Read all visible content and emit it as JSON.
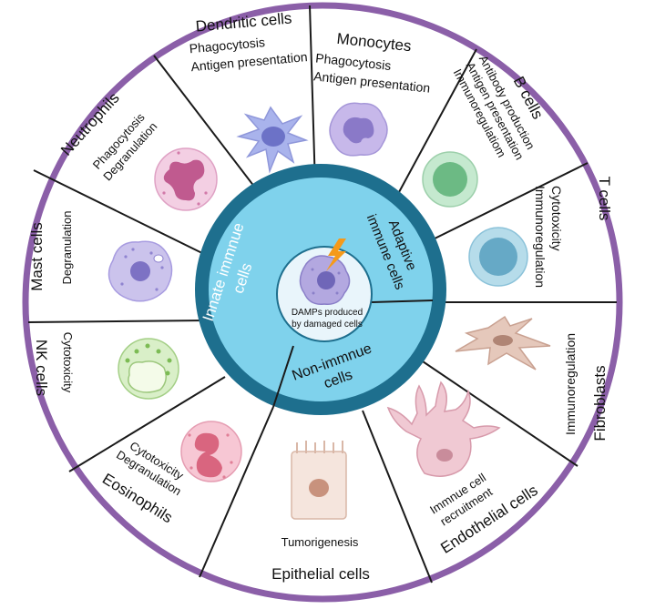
{
  "center": {
    "line1": "DAMPs produced",
    "line2": "by damaged cells"
  },
  "groups": {
    "innate": [
      "Innate immnue",
      "cells"
    ],
    "adaptive": [
      "Adaptive",
      "immune cells"
    ],
    "non_immune": [
      "Non-immnue",
      "cells"
    ]
  },
  "cells": {
    "dendritic": {
      "name": "Dendritic cells",
      "functions": [
        "Phagocytosis",
        "Antigen presentation"
      ]
    },
    "monocytes": {
      "name": "Monocytes",
      "functions": [
        "Phagocytosis",
        "Antigen presentation"
      ]
    },
    "b_cells": {
      "name": "B cells",
      "functions": [
        "Antibody production",
        "Antigen presentation",
        "Immunoregulatiom"
      ]
    },
    "t_cells": {
      "name": "T cells",
      "functions": [
        "Cytotoxicity",
        "Immunoregulation"
      ]
    },
    "fibroblasts": {
      "name": "Fibroblasts",
      "functions": [
        "Immunoregulation"
      ]
    },
    "endothelial": {
      "name": "Endothelial cells",
      "functions": [
        "Immnue cell",
        "recruitment"
      ]
    },
    "epithelial": {
      "name": "Epithelial cells",
      "functions": [
        "Tumorigenesis"
      ]
    },
    "eosinophils": {
      "name": "Eosinophils",
      "functions": [
        "Cytotoxicity",
        "Degranulation"
      ]
    },
    "nk": {
      "name": "NK cells",
      "functions": [
        "Cytotoxicity"
      ]
    },
    "mast": {
      "name": "Mast cells",
      "functions": [
        "Degranulation"
      ]
    },
    "neutrophils": {
      "name": "Neutrophils",
      "functions": [
        "Phagocytosis",
        "Degranulation"
      ]
    }
  },
  "colors": {
    "outer_ring": "#8b5fa8",
    "inner_ring": "#1e6f8e",
    "inner_fill": "#7fd2ec",
    "center_fill": "#e9f5fb"
  }
}
